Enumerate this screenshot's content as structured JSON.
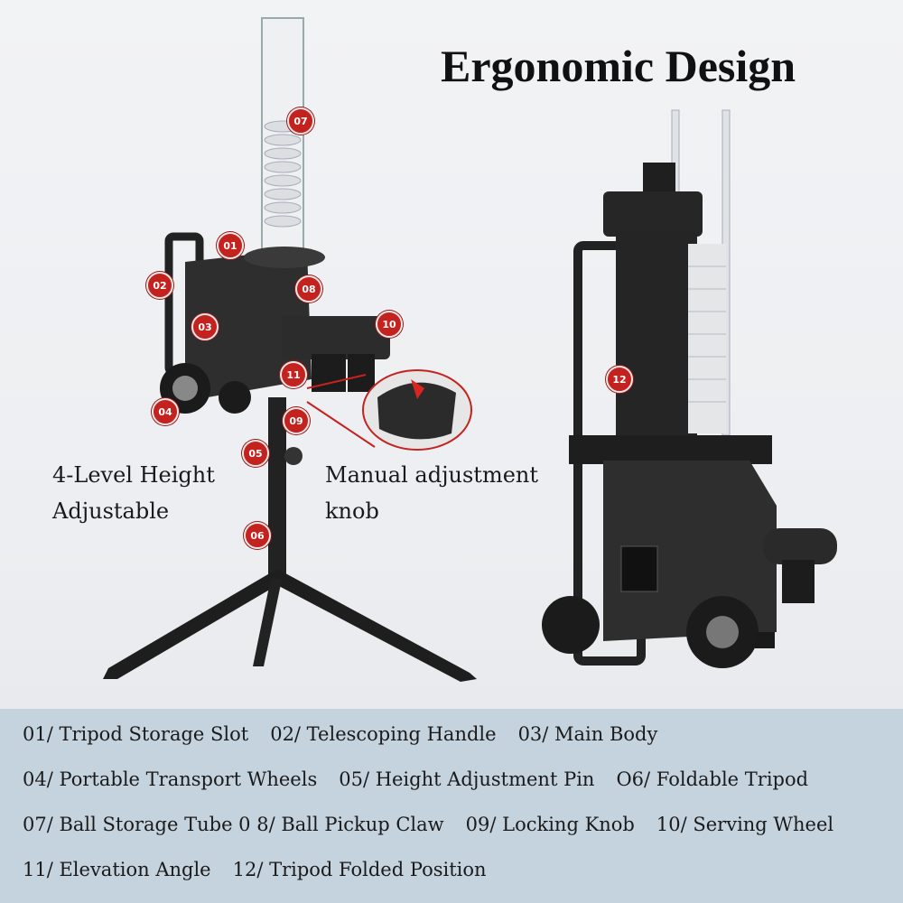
{
  "title": "Ergonomic Design",
  "captions": {
    "height_line1": "4-Level Height",
    "height_line2": "Adjustable",
    "knob_line1": "Manual adjustment",
    "knob_line2": "knob"
  },
  "badges": [
    "01",
    "02",
    "03",
    "04",
    "05",
    "06",
    "07",
    "08",
    "10",
    "11",
    "09",
    "12"
  ],
  "legend": {
    "row1": [
      "01/ Tripod Storage Slot",
      "02/ Telescoping Handle",
      "03/ Main Body"
    ],
    "row2": [
      "04/ Portable Transport Wheels",
      "05/ Height Adjustment Pin",
      "O6/ Foldable Tripod"
    ],
    "row3": [
      "07/ Ball Storage Tube  0  8/ Ball Pickup Claw",
      "09/ Locking Knob",
      "10/ Serving Wheel"
    ],
    "row4": [
      "11/ Elevation Angle",
      "12/ Tripod Folded Position"
    ]
  },
  "colors": {
    "badge": "#c4221f",
    "machine": "#2a2a2a",
    "legend_bg": "#c5d3df"
  }
}
